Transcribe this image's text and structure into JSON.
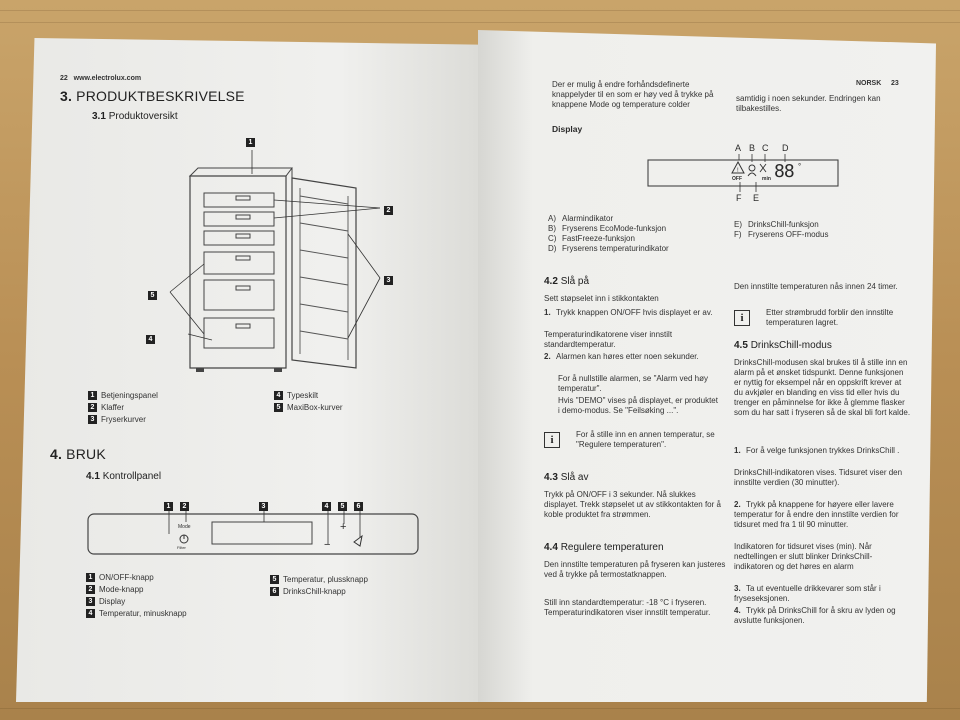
{
  "left_page": {
    "page_number": "22",
    "url": "www.electrolux.com",
    "section3_title_num": "3.",
    "section3_title": "PRODUKTBESKRIVELSE",
    "section31_num": "3.1",
    "section31_title": "Produktoversikt",
    "figure_labels": [
      "1",
      "2",
      "3",
      "4",
      "5"
    ],
    "legend1": [
      {
        "num": "1",
        "label": "Betjeningspanel"
      },
      {
        "num": "2",
        "label": "Klaffer"
      },
      {
        "num": "3",
        "label": "Fryserkurver"
      },
      {
        "num": "4",
        "label": "Typeskilt"
      },
      {
        "num": "5",
        "label": "MaxiBox-kurver"
      }
    ],
    "section4_title_num": "4.",
    "section4_title": "BRUK",
    "section41_num": "4.1",
    "section41_title": "Kontrollpanel",
    "panel_labels": [
      "1",
      "2",
      "3",
      "4",
      "5",
      "6"
    ],
    "panel_text": {
      "mode": "Mode",
      "filter": "Filter",
      "plus": "+",
      "minus": "−"
    },
    "legend2": [
      {
        "num": "1",
        "label": "ON/OFF-knapp"
      },
      {
        "num": "2",
        "label": "Mode-knapp"
      },
      {
        "num": "3",
        "label": "Display"
      },
      {
        "num": "4",
        "label": "Temperatur, minusknapp"
      },
      {
        "num": "5",
        "label": "Temperatur, plussknapp"
      },
      {
        "num": "6",
        "label": "DrinksChill-knapp"
      }
    ]
  },
  "right_page": {
    "language": "NORSK",
    "page_number": "23",
    "intro_left": "Der er mulig å endre forhåndsdefinerte knappelyder til en som er høy ved å trykke på knappene Mode og temperature colder",
    "intro_right": "samtidig i noen sekunder. Endringen kan tilbakestilles.",
    "display_heading": "Display",
    "display_letters": {
      "a": "A",
      "b": "B",
      "c": "C",
      "d": "D",
      "e": "E",
      "f": "F"
    },
    "display_text": {
      "off": "OFF",
      "min": "min",
      "digits": "88",
      "degree": "°"
    },
    "display_legend_left": [
      {
        "key": "A)",
        "label": "Alarmindikator"
      },
      {
        "key": "B)",
        "label": "Fryserens EcoMode-funksjon"
      },
      {
        "key": "C)",
        "label": "FastFreeze-funksjon"
      },
      {
        "key": "D)",
        "label": "Fryserens temperaturindikator"
      }
    ],
    "display_legend_right": [
      {
        "key": "E)",
        "label": "DrinksChill-funksjon"
      },
      {
        "key": "F)",
        "label": "Fryserens OFF-modus"
      }
    ],
    "s42_num": "4.2",
    "s42_title": "Slå på",
    "s42_intro": "Sett støpselet inn i stikkontakten",
    "s42_step1_num": "1.",
    "s42_step1": "Trykk knappen ON/OFF hvis displayet er av.",
    "s42_para": "Temperaturindikatorene viser innstilt standardtemperatur.",
    "s42_step2_num": "2.",
    "s42_step2": "Alarmen kan høres etter noen sekunder.",
    "s42_step2_more": "For å nullstille alarmen, se \"Alarm ved høy temperatur\".",
    "s42_step2_demo": "Hvis \"DEMO\" vises på displayet, er produktet i demo-modus. Se \"Feilsøking ...\".",
    "s42_info": "For å stille inn en annen temperatur, se \"Regulere temperaturen\".",
    "s43_num": "4.3",
    "s43_title": "Slå av",
    "s43_text": "Trykk på ON/OFF i 3 sekunder. Nå slukkes displayet. Trekk støpselet ut av stikkontakten for å koble produktet fra strømmen.",
    "s44_num": "4.4",
    "s44_title": "Regulere temperaturen",
    "s44_text": "Den innstilte temperaturen på fryseren kan justeres ved å trykke på termostatknappen.",
    "s44_text2": "Still inn standardtemperatur: -18 °C i fryseren. Temperaturindikatoren viser innstilt temperatur.",
    "col2_top": "Den innstilte temperaturen nås innen 24 timer.",
    "col2_info": "Etter strømbrudd forblir den innstilte temperaturen lagret.",
    "s45_num": "4.5",
    "s45_title": "DrinksChill-modus",
    "s45_text": "DrinksChill-modusen skal brukes til å stille inn en alarm på et ønsket tidspunkt. Denne funksjonen er nyttig for eksempel når en oppskrift krever at du avkjøler en blanding en viss tid eller hvis du trenger en påminnelse for ikke å glemme flasker som du har satt i fryseren så de skal bli fort kalde.",
    "s45_step1_num": "1.",
    "s45_step1": "For å velge funksjonen trykkes DrinksChill .",
    "s45_step1_more": "DrinksChill-indikatoren vises. Tidsuret viser den innstilte verdien (30 minutter).",
    "s45_step2_num": "2.",
    "s45_step2": "Trykk på knappene for høyere eller lavere temperatur for å endre den innstilte verdien for tidsuret med fra 1 til 90 minutter.",
    "s45_step2_more": "Indikatoren for tidsuret vises (min). Når nedtellingen er slutt blinker DrinksChill-indikatoren og det høres en alarm",
    "s45_step3_num": "3.",
    "s45_step3": "Ta ut eventuelle drikkevarer som står i fryseseksjonen.",
    "s45_step4_num": "4.",
    "s45_step4": "Trykk på DrinksChill for å skru av lyden og avslutte funksjonen.",
    "info_icon": "i"
  },
  "colors": {
    "page": "#eeeeec",
    "ink": "#2b2b2b",
    "table": "#b98f55"
  }
}
